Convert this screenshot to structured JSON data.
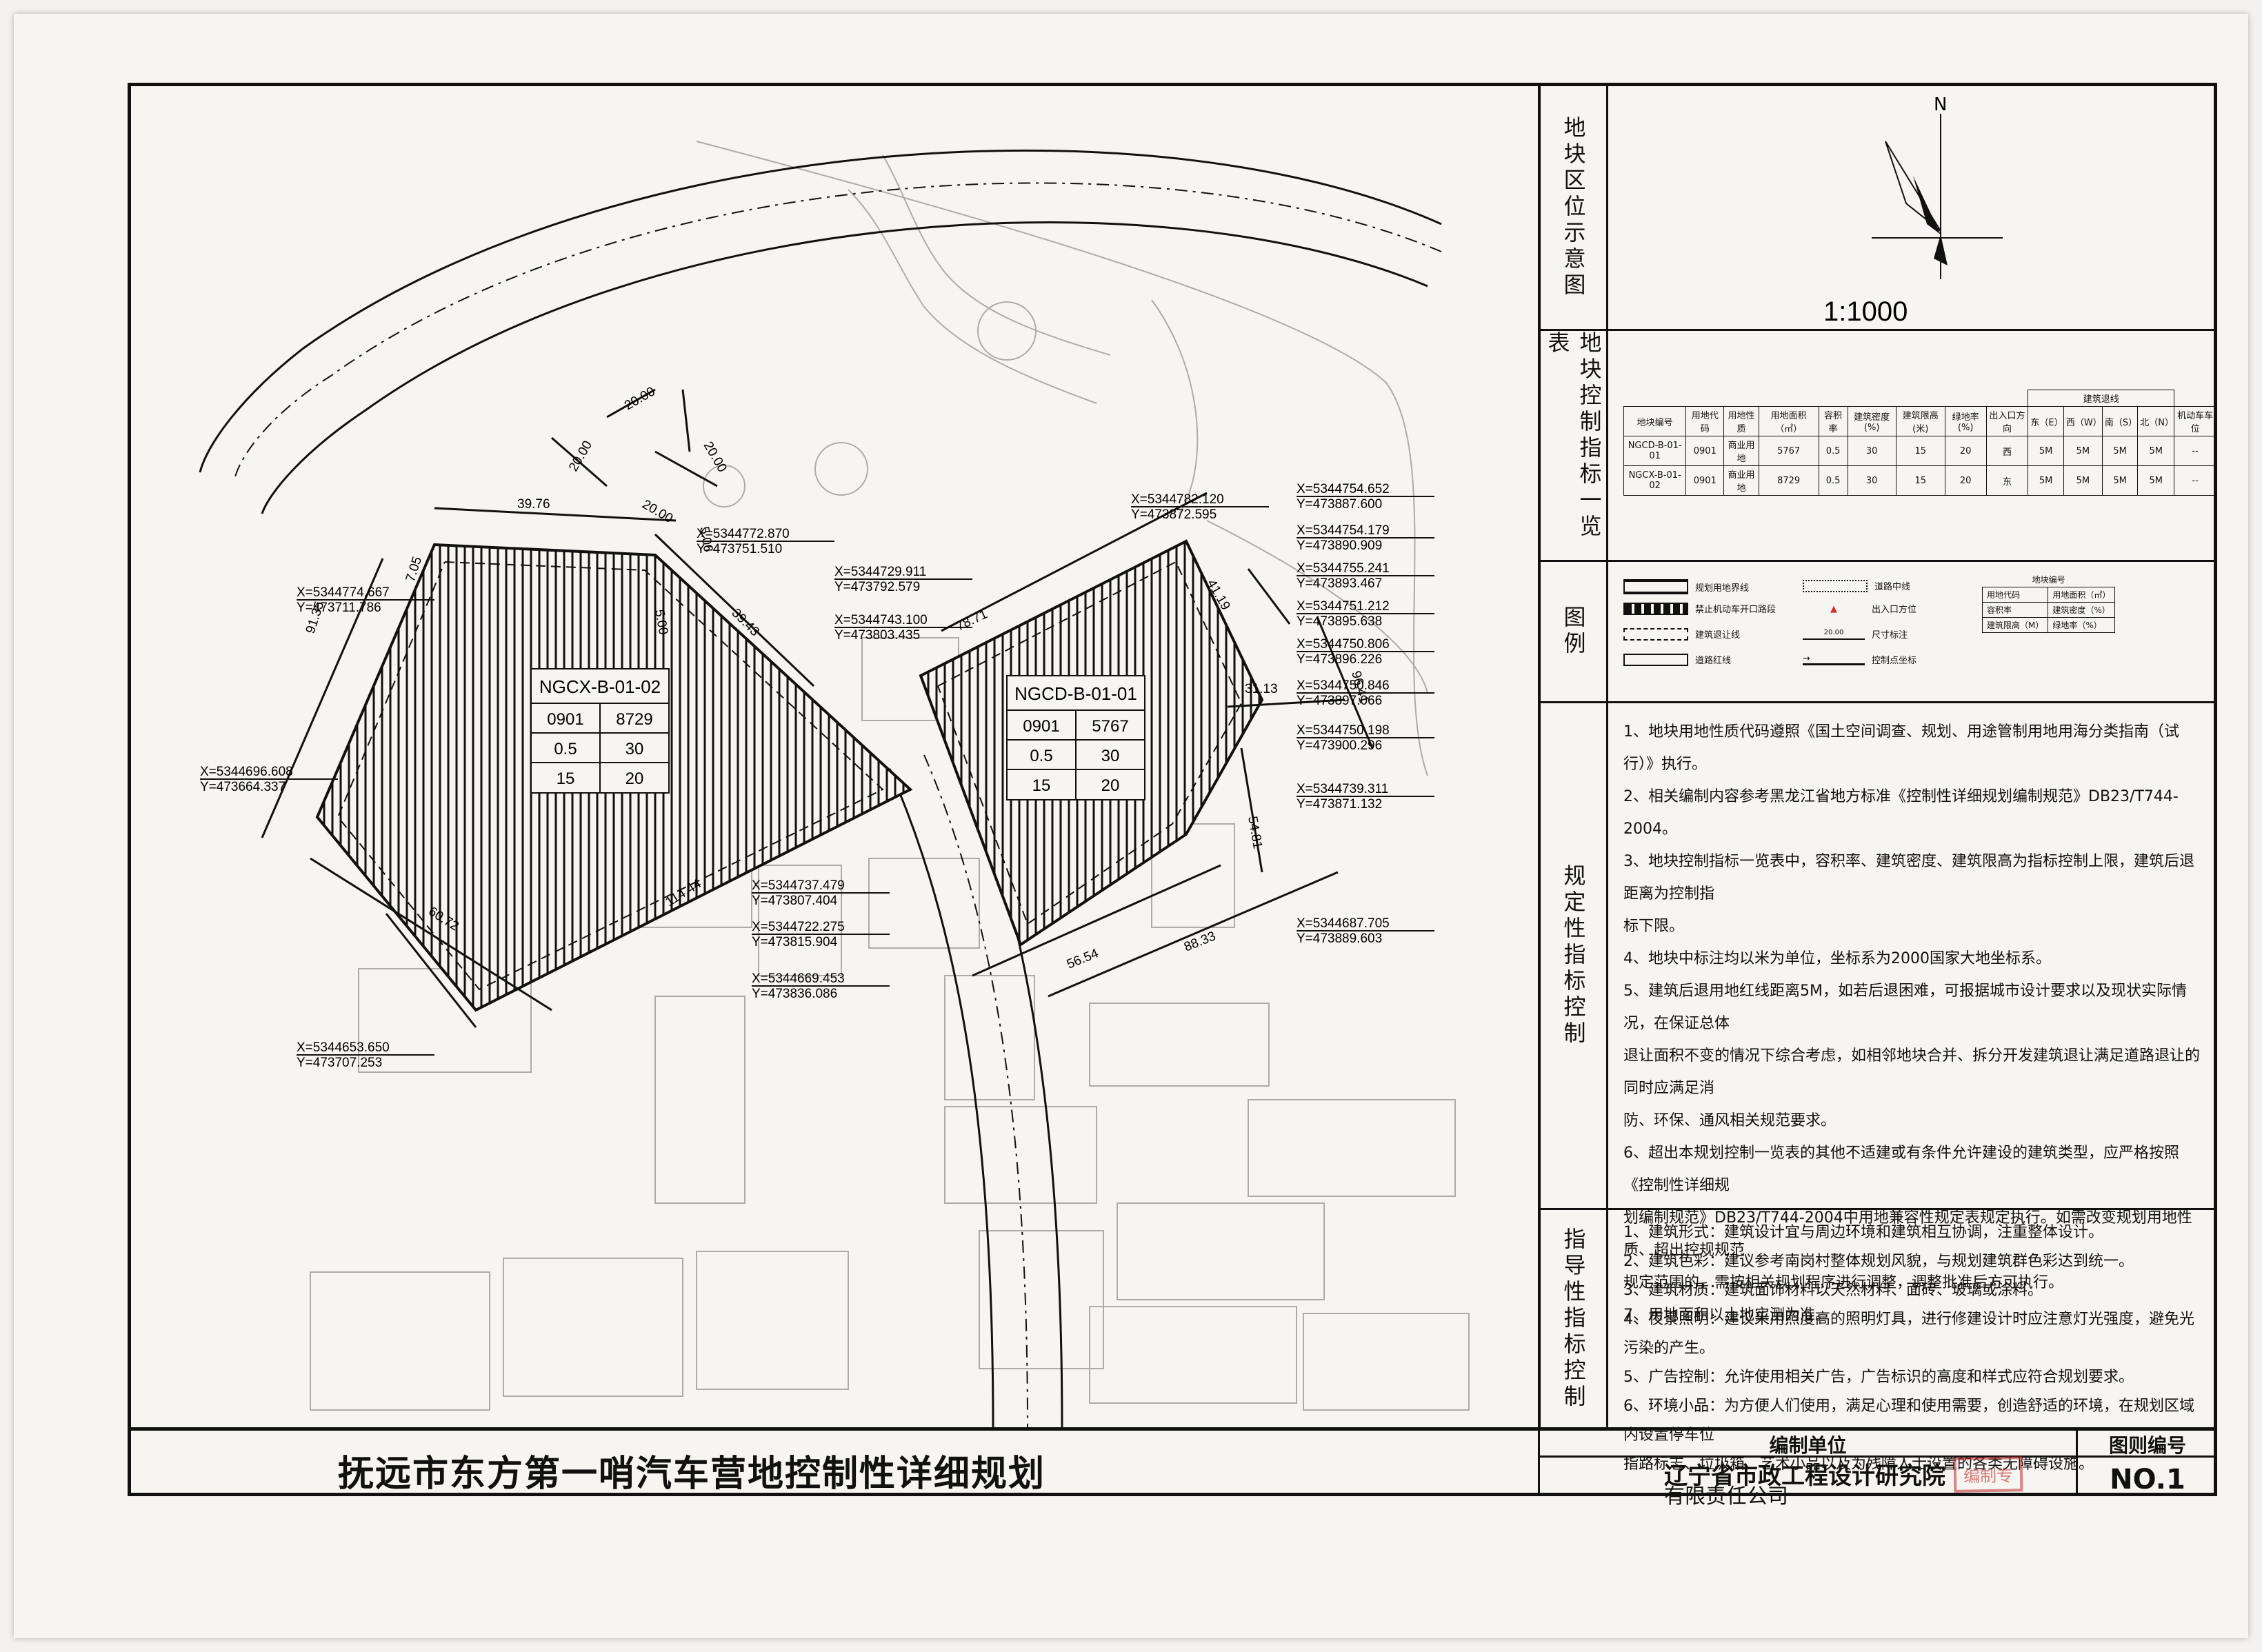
{
  "title": "抚远市东方第一哨汽车营地控制性详细规划",
  "sections": {
    "location": "地块区位示意图",
    "indicators": "地块控制指标一览表",
    "legend": "图例",
    "mandatory": "规定性指标控制",
    "guidance": "指导性指标控制"
  },
  "north": "N",
  "scale": "1:1000",
  "index_table": {
    "building_line_group": "建筑退线",
    "headers": [
      "地块编号",
      "用地代码",
      "用地性质",
      "用地面积（㎡）",
      "容积率",
      "建筑密度(%)",
      "建筑限高(米)",
      "绿地率(%)",
      "出入口方向",
      "东（E）",
      "西（W）",
      "南（S）",
      "北（N）",
      "机动车车位"
    ],
    "rows": [
      [
        "NGCD-B-01-01",
        "0901",
        "商业用地",
        "5767",
        "0.5",
        "30",
        "15",
        "20",
        "西",
        "5M",
        "5M",
        "5M",
        "5M",
        "--"
      ],
      [
        "NGCX-B-01-02",
        "0901",
        "商业用地",
        "8729",
        "0.5",
        "30",
        "15",
        "20",
        "东",
        "5M",
        "5M",
        "5M",
        "5M",
        "--"
      ]
    ]
  },
  "legend": {
    "items": [
      {
        "label": "规划用地界线",
        "style": "double"
      },
      {
        "label": "禁止机动车开口路段",
        "style": "dashed-thick"
      },
      {
        "label": "建筑退让线",
        "style": "dash"
      },
      {
        "label": "道路红线",
        "style": "solid"
      },
      {
        "label": "道路中线",
        "style": "dot"
      },
      {
        "label": "出入口方位",
        "style": "triangle"
      },
      {
        "label": "尺寸标注",
        "style": "dim"
      },
      {
        "label": "控制点坐标",
        "style": "arrow"
      }
    ],
    "key": {
      "title": "地块编号",
      "cells": [
        "用地代码",
        "用地面积（㎡）",
        "容积率",
        "建筑密度（%）",
        "建筑限高（M）",
        "绿地率（%）"
      ]
    },
    "dim_sample": "20.00"
  },
  "mandatory_notes": [
    "1、地块用地性质代码遵照《国土空间调查、规划、用途管制用地用海分类指南（试行）》执行。",
    "2、相关编制内容参考黑龙江省地方标准《控制性详细规划编制规范》DB23/T744-2004。",
    "3、地块控制指标一览表中，容积率、建筑密度、建筑限高为指标控制上限，建筑后退距离为控制指",
    "标下限。",
    "4、地块中标注均以米为单位，坐标系为2000国家大地坐标系。",
    "5、建筑后退用地红线距离5M，如若后退困难，可报据城市设计要求以及现状实际情况，在保证总体",
    "退让面积不变的情况下综合考虑，如相邻地块合并、拆分开发建筑退让满足道路退让的同时应满足消",
    "防、环保、通风相关规范要求。",
    "6、超出本规划控制一览表的其他不适建或有条件允许建设的建筑类型，应严格按照《控制性详细规",
    "划编制规范》DB23/T744-2004中用地兼容性规定表规定执行。如需改变规划用地性质、超出控规规范",
    "规定范围的，需按相关规划程序进行调整，调整批准后方可执行。",
    "7、用地面积以土地实测为准。"
  ],
  "guidance_notes": [
    "1、建筑形式：建筑设计宜与周边环境和建筑相互协调，注重整体设计。",
    "2、建筑色彩：建议参考南岗村整体规划风貌，与规划建筑群色彩达到统一。",
    "3、建筑材质：建筑面饰材料以天然材料、面砖、玻璃或涂料。",
    "4、夜景照明：建议采用照度高的照明灯具，进行修建设计时应注意灯光强度，避免光污染的产生。",
    "5、广告控制：允许使用相关广告，广告标识的高度和样式应符合规划要求。",
    "6、环境小品：为方便人们使用，满足心理和使用需要，创造舒适的环境，在规划区域内设置停车位",
    "指路标志、垃圾箱、艺术小品以及为残障人士设置的各类无障碍设施。"
  ],
  "title_block": {
    "compiler_label": "编制单位",
    "drawing_no_label": "图则编号",
    "compiler_line1": "辽宁省市政工程设计研究院",
    "compiler_line2": "有限责任公司",
    "drawing_no": "NO.1",
    "stamp_fragment": "编制专"
  },
  "parcels": [
    {
      "id": "NGCX-B-01-02",
      "code": "0901",
      "area": "8729",
      "far": "0.5",
      "density": "30",
      "height": "15",
      "green": "20"
    },
    {
      "id": "NGCD-B-01-01",
      "code": "0901",
      "area": "5767",
      "far": "0.5",
      "density": "30",
      "height": "15",
      "green": "20"
    }
  ],
  "coordinates": [
    {
      "x": "X=5344774.667",
      "y": "Y=473711.786"
    },
    {
      "x": "X=5344772.870",
      "y": "Y=473751.510"
    },
    {
      "x": "X=5344696.608",
      "y": "Y=473664.337"
    },
    {
      "x": "X=5344653.650",
      "y": "Y=473707.253"
    },
    {
      "x": "X=5344729.911",
      "y": "Y=473792.579"
    },
    {
      "x": "X=5344743.100",
      "y": "Y=473803.435"
    },
    {
      "x": "X=5344737.479",
      "y": "Y=473807.404"
    },
    {
      "x": "X=5344722.275",
      "y": "Y=473815.904"
    },
    {
      "x": "X=5344669.453",
      "y": "Y=473836.086"
    },
    {
      "x": "X=5344782.120",
      "y": "Y=473872.595"
    },
    {
      "x": "X=5344754.652",
      "y": "Y=473887.600"
    },
    {
      "x": "X=5344754.179",
      "y": "Y=473890.909"
    },
    {
      "x": "X=5344755.241",
      "y": "Y=473893.467"
    },
    {
      "x": "X=5344751.212",
      "y": "Y=473895.638"
    },
    {
      "x": "X=5344750.806",
      "y": "Y=473896.226"
    },
    {
      "x": "X=5344750.846",
      "y": "Y=473897.066"
    },
    {
      "x": "X=5344750.198",
      "y": "Y=473900.296"
    },
    {
      "x": "X=5344739.311",
      "y": "Y=473871.132"
    },
    {
      "x": "X=5344687.705",
      "y": "Y=473889.603"
    }
  ],
  "dimensions": {
    "road_20a": "20.00",
    "road_20b": "20.00",
    "road_20c": "20.00",
    "road_20d": "20.00",
    "d_39_76": "39.76",
    "d_91_35": "91.35",
    "d_114_44": "114.44",
    "d_60_72": "60.72",
    "d_39_43": "39.43",
    "d_78_71": "78.71",
    "d_41_19": "41.19",
    "d_31_13": "31.13",
    "d_54_81": "54.81",
    "d_56_54": "56.54",
    "d_88_33": "88.33",
    "d_96_41": "96.41",
    "d_7_05": "7.05",
    "d_5_00": "5.00",
    "d_5_06": "5.06"
  }
}
